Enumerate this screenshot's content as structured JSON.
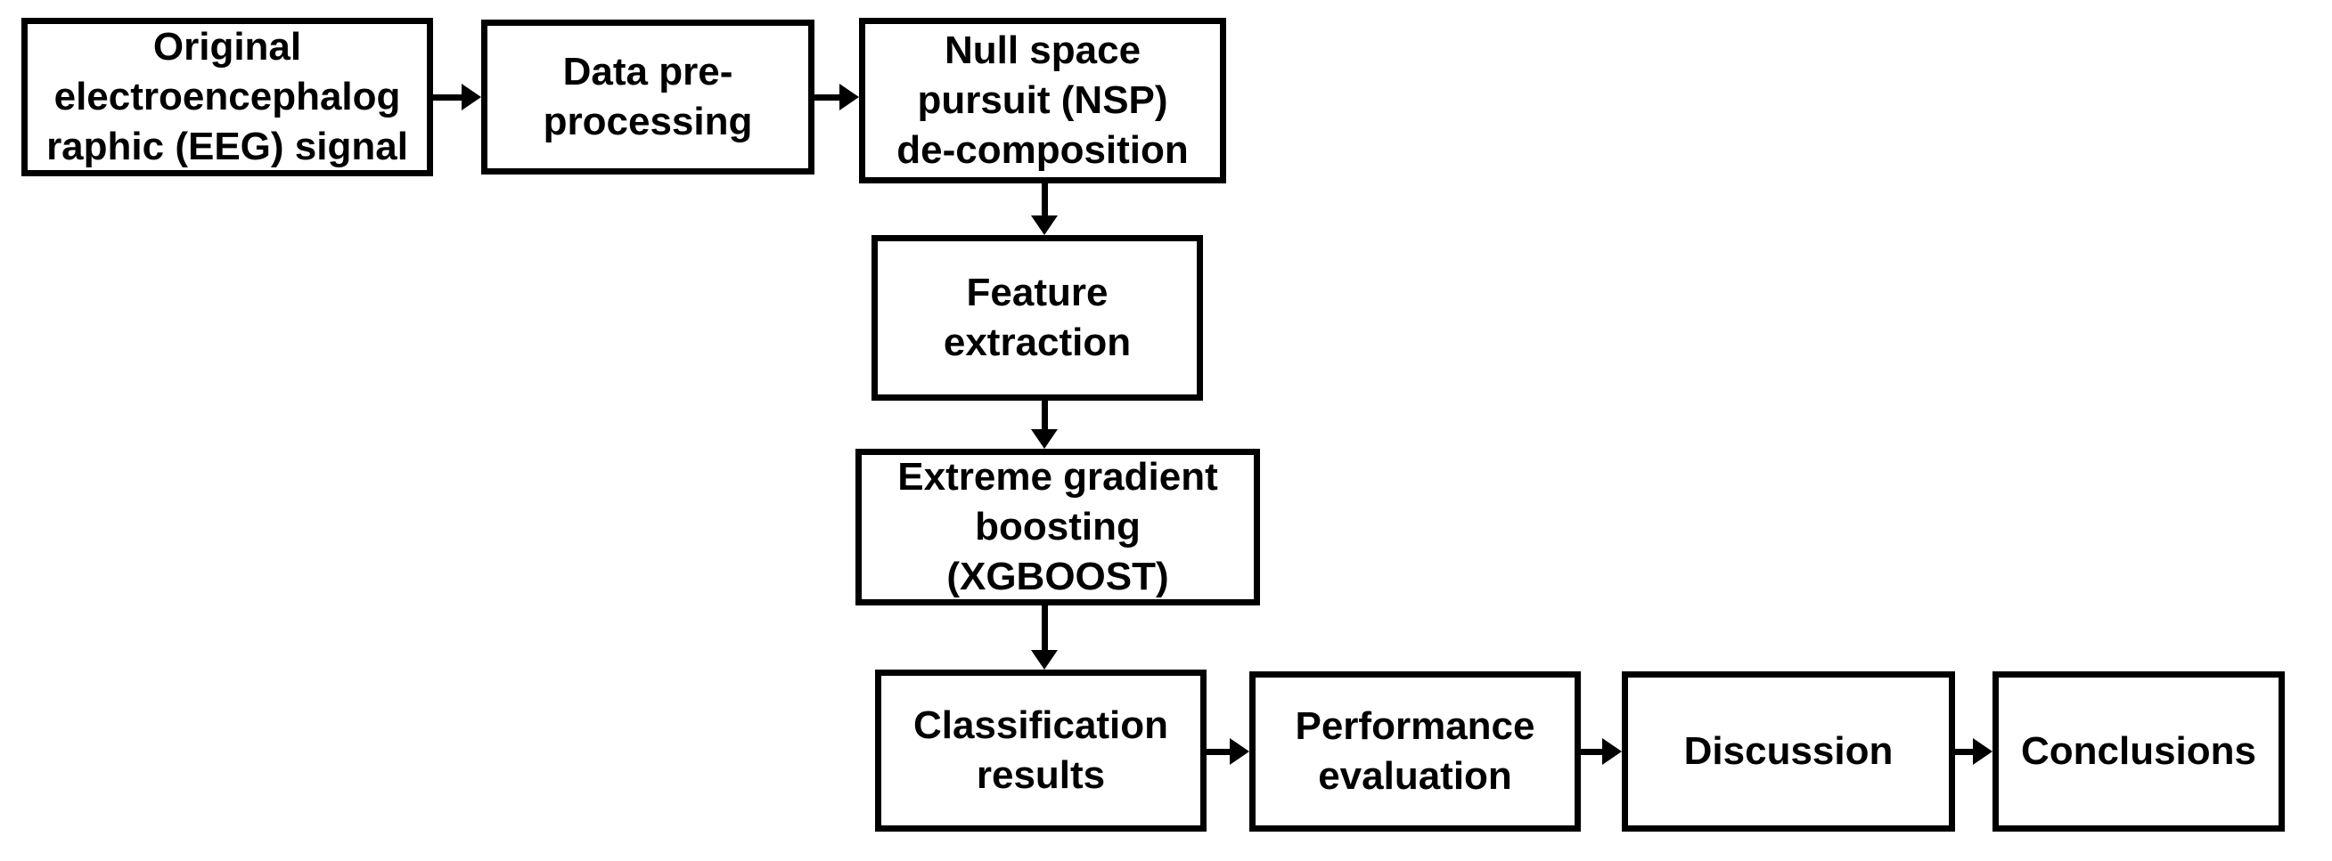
{
  "figure": {
    "type": "flowchart",
    "background_color": "#ffffff",
    "box_fill_color": "#ffffff",
    "box_border_color": "#000000",
    "text_color": "#000000",
    "arrow_color": "#000000",
    "nodes": [
      {
        "id": "eeg-signal",
        "label": "Original electroencephalographic (EEG) signal",
        "lines": [
          "Original",
          "electroencephalog",
          "raphic (EEG) signal"
        ]
      },
      {
        "id": "data-preprocessing",
        "label": "Data pre-processing",
        "lines": [
          "Data pre-",
          "processing"
        ]
      },
      {
        "id": "nsp-decomposition",
        "label": "Null space pursuit (NSP) de-composition",
        "lines": [
          "Null space",
          "pursuit (NSP)",
          "de-composition"
        ]
      },
      {
        "id": "feature-extraction",
        "label": "Feature extraction",
        "lines": [
          "Feature",
          "extraction"
        ]
      },
      {
        "id": "xgboost",
        "label": "Extreme gradient boosting (XGBOOST)",
        "lines": [
          "Extreme gradient",
          "boosting",
          "(XGBOOST)"
        ]
      },
      {
        "id": "classification-results",
        "label": "Classification results",
        "lines": [
          "Classification",
          "results"
        ]
      },
      {
        "id": "performance-evaluation",
        "label": "Performance evaluation",
        "lines": [
          "Performance",
          "evaluation"
        ]
      },
      {
        "id": "discussion",
        "label": "Discussion",
        "lines": [
          "Discussion"
        ]
      },
      {
        "id": "conclusions",
        "label": "Conclusions",
        "lines": [
          "Conclusions"
        ]
      }
    ],
    "edges": [
      {
        "from": "eeg-signal",
        "to": "data-preprocessing",
        "direction": "right"
      },
      {
        "from": "data-preprocessing",
        "to": "nsp-decomposition",
        "direction": "right"
      },
      {
        "from": "nsp-decomposition",
        "to": "feature-extraction",
        "direction": "down"
      },
      {
        "from": "feature-extraction",
        "to": "xgboost",
        "direction": "down"
      },
      {
        "from": "xgboost",
        "to": "classification-results",
        "direction": "down"
      },
      {
        "from": "classification-results",
        "to": "performance-evaluation",
        "direction": "right"
      },
      {
        "from": "performance-evaluation",
        "to": "discussion",
        "direction": "right"
      },
      {
        "from": "discussion",
        "to": "conclusions",
        "direction": "right"
      }
    ]
  }
}
